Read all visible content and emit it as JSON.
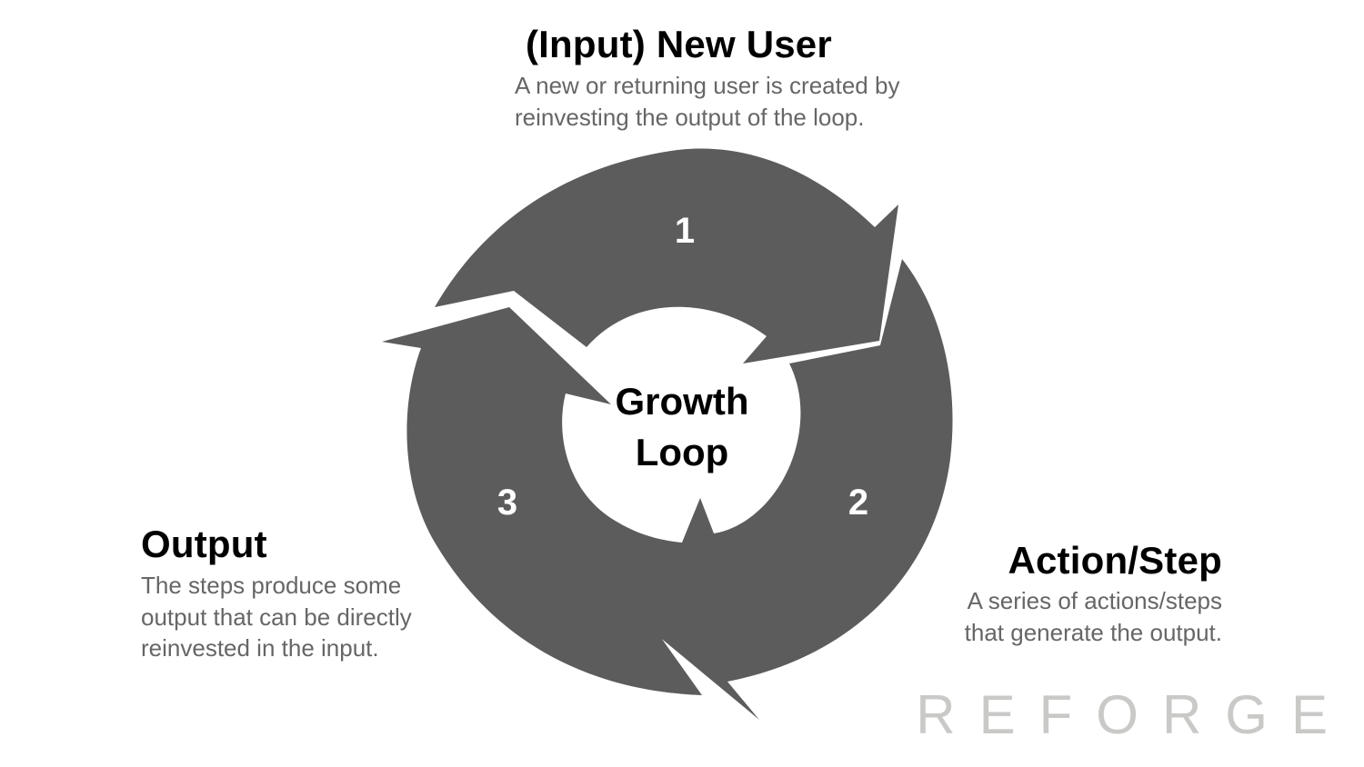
{
  "diagram": {
    "center_label": {
      "line1": "Growth",
      "line2": "Loop"
    },
    "stages": [
      {
        "number": "1",
        "title": "(Input) New User",
        "description": [
          "A new or returning user is created by",
          "reinvesting the output of the loop."
        ]
      },
      {
        "number": "2",
        "title": "Action/Step",
        "description": [
          "A series of actions/steps",
          "that generate the output."
        ]
      },
      {
        "number": "3",
        "title": "Output",
        "description": [
          "The steps produce some",
          "output that can be directly",
          "reinvested in the input."
        ]
      }
    ],
    "colors": {
      "arrow_fill": "#5c5c5c",
      "title_text": "#000000",
      "description_text": "#666666",
      "step_number_text": "#ffffff",
      "brand_text": "#c9c9c7"
    }
  },
  "brand": {
    "logo_text": "REFORGE"
  }
}
